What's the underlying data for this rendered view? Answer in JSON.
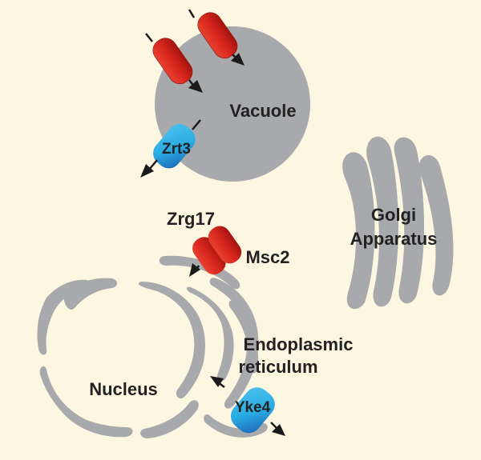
{
  "colors": {
    "background": "#fdf6e0",
    "organelle": "#a7a9ac",
    "red_transporter": "#d7261e",
    "blue_transporter": "#29abe2",
    "arrow": "#1a1a1a",
    "text": "#222222"
  },
  "organelles": {
    "vacuole": "Vacuole",
    "golgi_line1": "Golgi",
    "golgi_line2": "Apparatus",
    "er_line1": "Endoplasmic",
    "er_line2": "reticulum",
    "nucleus": "Nucleus"
  },
  "transporters": {
    "zrt3": "Zrt3",
    "zrg17": "Zrg17",
    "msc2": "Msc2",
    "yke4": "Yke4"
  }
}
